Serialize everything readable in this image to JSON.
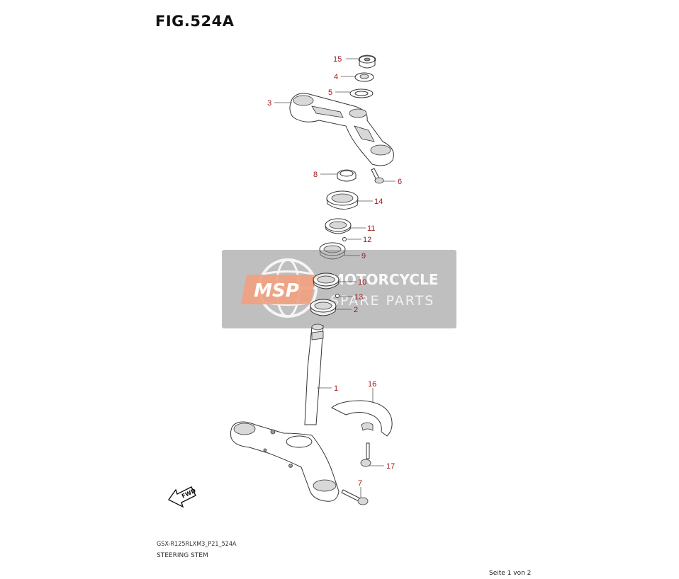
{
  "figure": {
    "title": "FIG.524A",
    "model_code": "GSX-R125RLXM3_P21_524A",
    "section_name": "STEERING STEM",
    "page_info": "Seite 1 von 2"
  },
  "parts": [
    {
      "ref": "15",
      "label": "15"
    },
    {
      "ref": "4",
      "label": "4"
    },
    {
      "ref": "5",
      "label": "5"
    },
    {
      "ref": "3",
      "label": "3"
    },
    {
      "ref": "8",
      "label": "8"
    },
    {
      "ref": "6",
      "label": "6"
    },
    {
      "ref": "14",
      "label": "14"
    },
    {
      "ref": "11",
      "label": "11"
    },
    {
      "ref": "12",
      "label": "12"
    },
    {
      "ref": "9",
      "label": "9"
    },
    {
      "ref": "10",
      "label": "10"
    },
    {
      "ref": "13",
      "label": "13"
    },
    {
      "ref": "2",
      "label": "2"
    },
    {
      "ref": "1",
      "label": "1"
    },
    {
      "ref": "16",
      "label": "16"
    },
    {
      "ref": "17",
      "label": "17"
    },
    {
      "ref": "7",
      "label": "7"
    }
  ],
  "direction_arrow": {
    "label": "FWD"
  },
  "watermark": {
    "logo_text": "MSP",
    "brand_line1": "MOTORCYCLE",
    "brand_line2": "SPARE PARTS",
    "panel_color": "#8a8a8a",
    "logo_color": "#f2a07e"
  },
  "colors": {
    "callout": "#a01818"
  }
}
